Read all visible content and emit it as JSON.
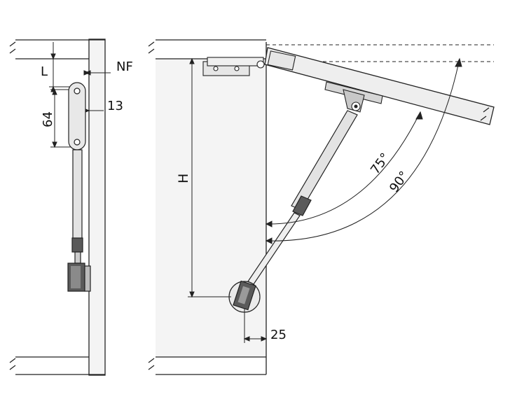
{
  "labels": {
    "nf": "NF",
    "l": "L",
    "thirteen": "13",
    "sixtyfour": "64",
    "h": "H",
    "seventyfive": "75°",
    "ninety": "90°",
    "twentyfive": "25"
  },
  "colors": {
    "line": "#222222",
    "panel_fill": "#f2f2f2",
    "hardware_fill": "#e6e6e6",
    "dark_part": "#4a4a4a"
  }
}
